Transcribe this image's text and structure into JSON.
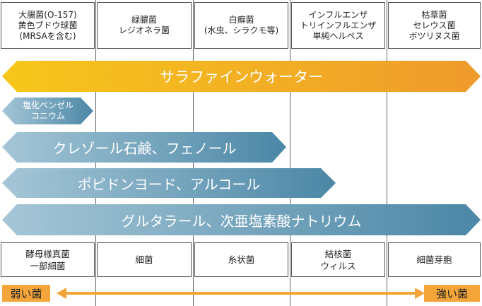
{
  "organisms_top": [
    "大腸菌(O-157)\n黄色ブドウ球菌\n(MRSAを含む)",
    "緑膿菌\nレジオネラ菌",
    "白癬菌\n(水虫、シラクモ等)",
    "インフルエンザ\nトリインフルエンザ\n単純ヘルペス",
    "枯草菌\nセレウス菌\nボツリヌス菌"
  ],
  "arrows": [
    {
      "label": "サラファインウォーター",
      "color": "#f2b41e"
    },
    {
      "label": "塩化ベンゼル\nコニウム",
      "color": "#5f97b3"
    },
    {
      "label": "クレゾール石鹸、フェノール",
      "color": "#5f97b3"
    },
    {
      "label": "ポピドンヨード、アルコール",
      "color": "#5f97b3"
    },
    {
      "label": "グルタラール、次亜塩素酸ナトリウム",
      "color": "#5f97b3"
    }
  ],
  "organisms_bottom": [
    "酵母様真菌\n一部細菌",
    "細菌",
    "糸状菌",
    "結核菌\nウィルス",
    "細菌芽胞"
  ],
  "scale": {
    "weak_label": "弱い菌",
    "strong_label": "強い菌",
    "color": "#f4a53a"
  }
}
